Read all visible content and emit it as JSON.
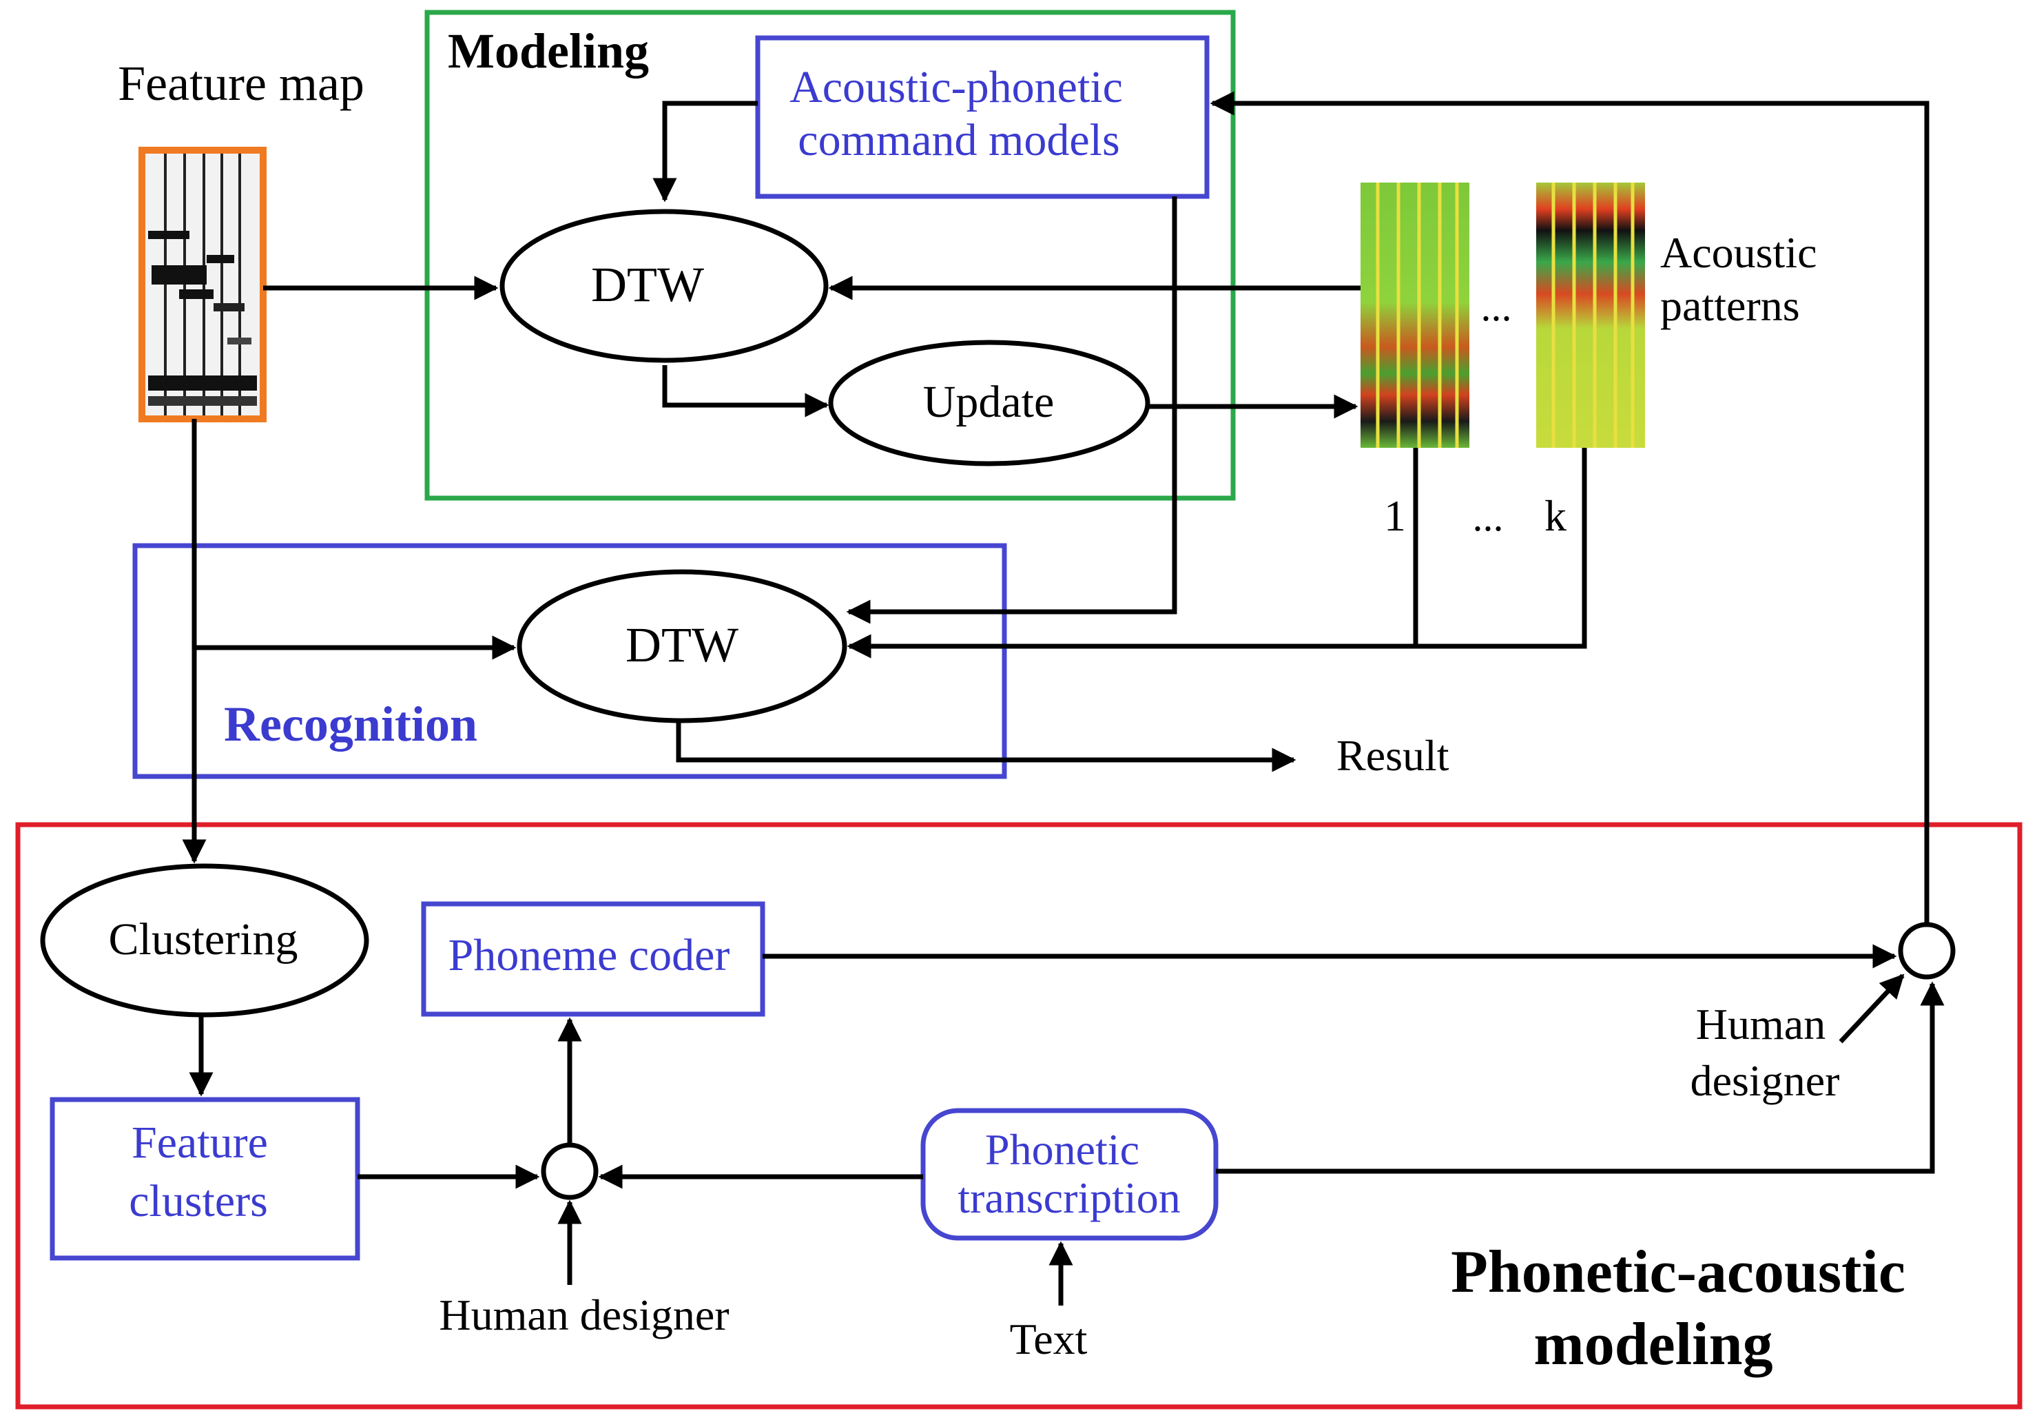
{
  "colors": {
    "modeling_frame": "#2aa84a",
    "recognition_frame": "#4646d0",
    "phonetic_frame": "#e01e2a",
    "feature_map_frame": "#f07a22",
    "blue_box": "#4646d0",
    "blue_text": "#3b3bd0",
    "line": "#000000"
  },
  "labels": {
    "feature_map": "Feature map",
    "modeling": "Modeling",
    "acoustic_phonetic_line1": "Acoustic-phonetic",
    "acoustic_phonetic_line2": "command models",
    "dtw_modeling": "DTW",
    "update": "Update",
    "acoustic_patterns_line1": "Acoustic",
    "acoustic_patterns_line2": "patterns",
    "patterns_ellipsis": "...",
    "pattern_index_first": "1",
    "pattern_index_dots": "...",
    "pattern_index_last": "k",
    "dtw_recognition": "DTW",
    "recognition": "Recognition",
    "result": "Result",
    "clustering": "Clustering",
    "phoneme_coder": "Phoneme coder",
    "feature_clusters_line1": "Feature",
    "feature_clusters_line2": "clusters",
    "human_designer_bottom": "Human designer",
    "phonetic_transcription_line1": "Phonetic",
    "phonetic_transcription_line2": "transcription",
    "text": "Text",
    "human_designer_right_line1": "Human",
    "human_designer_right_line2": "designer",
    "phonetic_acoustic_line1": "Phonetic-acoustic",
    "phonetic_acoustic_line2": "modeling"
  }
}
